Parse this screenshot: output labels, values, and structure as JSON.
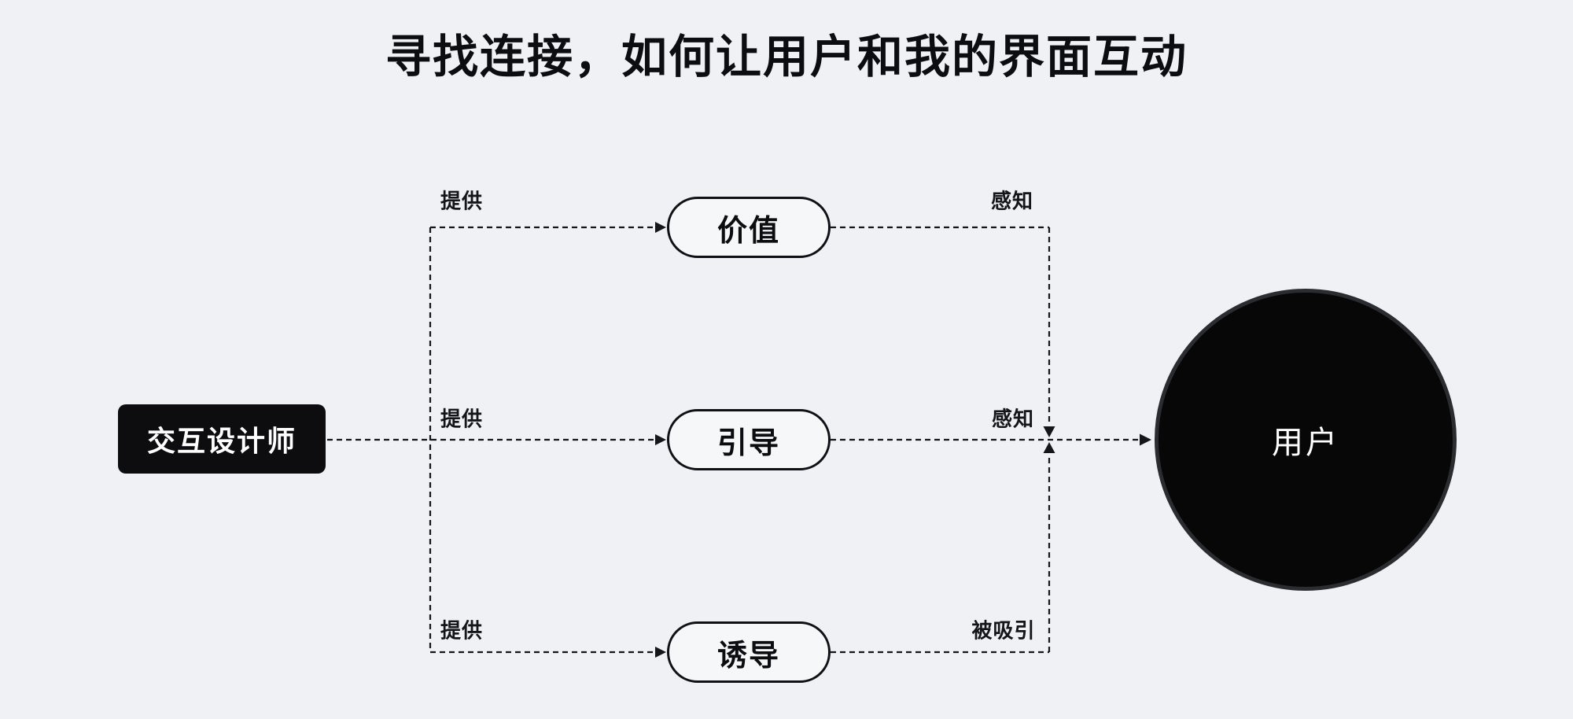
{
  "title": "寻找连接，如何让用户和我的界面互动",
  "nodes": {
    "designer": {
      "label": "交互设计师"
    },
    "value": {
      "label": "价值"
    },
    "guide": {
      "label": "引导"
    },
    "lure": {
      "label": "诱导"
    },
    "user": {
      "label": "用户"
    }
  },
  "edge_labels": {
    "provide_top": "提供",
    "provide_mid": "提供",
    "provide_bottom": "提供",
    "perceive_top": "感知",
    "perceive_mid": "感知",
    "attracted_bottom": "被吸引"
  },
  "colors": {
    "background": "#f0f1f4",
    "line": "#15161a",
    "dark_node": "#0d0d10",
    "dark_node_text": "#ffffff",
    "pill_fill": "#f6f7f9",
    "pill_border": "#101114",
    "circle_fill": "#070708",
    "circle_ring": "#2a2c30"
  }
}
